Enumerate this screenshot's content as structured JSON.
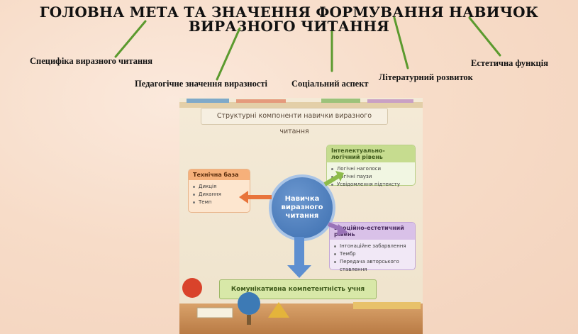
{
  "slide": {
    "title_line1": "ГОЛОВНА МЕТА ТА ЗНАЧЕННЯ ФОРМУВАННЯ НАВИЧОК",
    "title_line2": "ВИРАЗНОГО ЧИТАННЯ",
    "labels": [
      "Специфіка виразного читання",
      "Педагогічне значення виразності",
      "Соціальний аспект",
      "Літературний розвиток",
      "Естетична функція"
    ],
    "arrow_color": "#5b9a2e"
  },
  "poster": {
    "banner": "Структурні компоненти навички виразного читання",
    "center": [
      "Навичка",
      "виразного",
      "читання"
    ],
    "technical": {
      "title": "Технічна база",
      "items": [
        "Дикція",
        "Дихання",
        "Темп"
      ]
    },
    "intellectual": {
      "title": "Інтелектуально-логічний рівень",
      "items": [
        "Логічні наголоси",
        "Логічні паузи",
        "Усвідомлення підтексту"
      ]
    },
    "emotional": {
      "title": "Емоційно-естетичний рівень",
      "items": [
        "Інтонаційне забарвлення",
        "Тембр",
        "Передача авторського ставлення"
      ]
    },
    "bottom": "Комунікативна компетентність учня"
  }
}
